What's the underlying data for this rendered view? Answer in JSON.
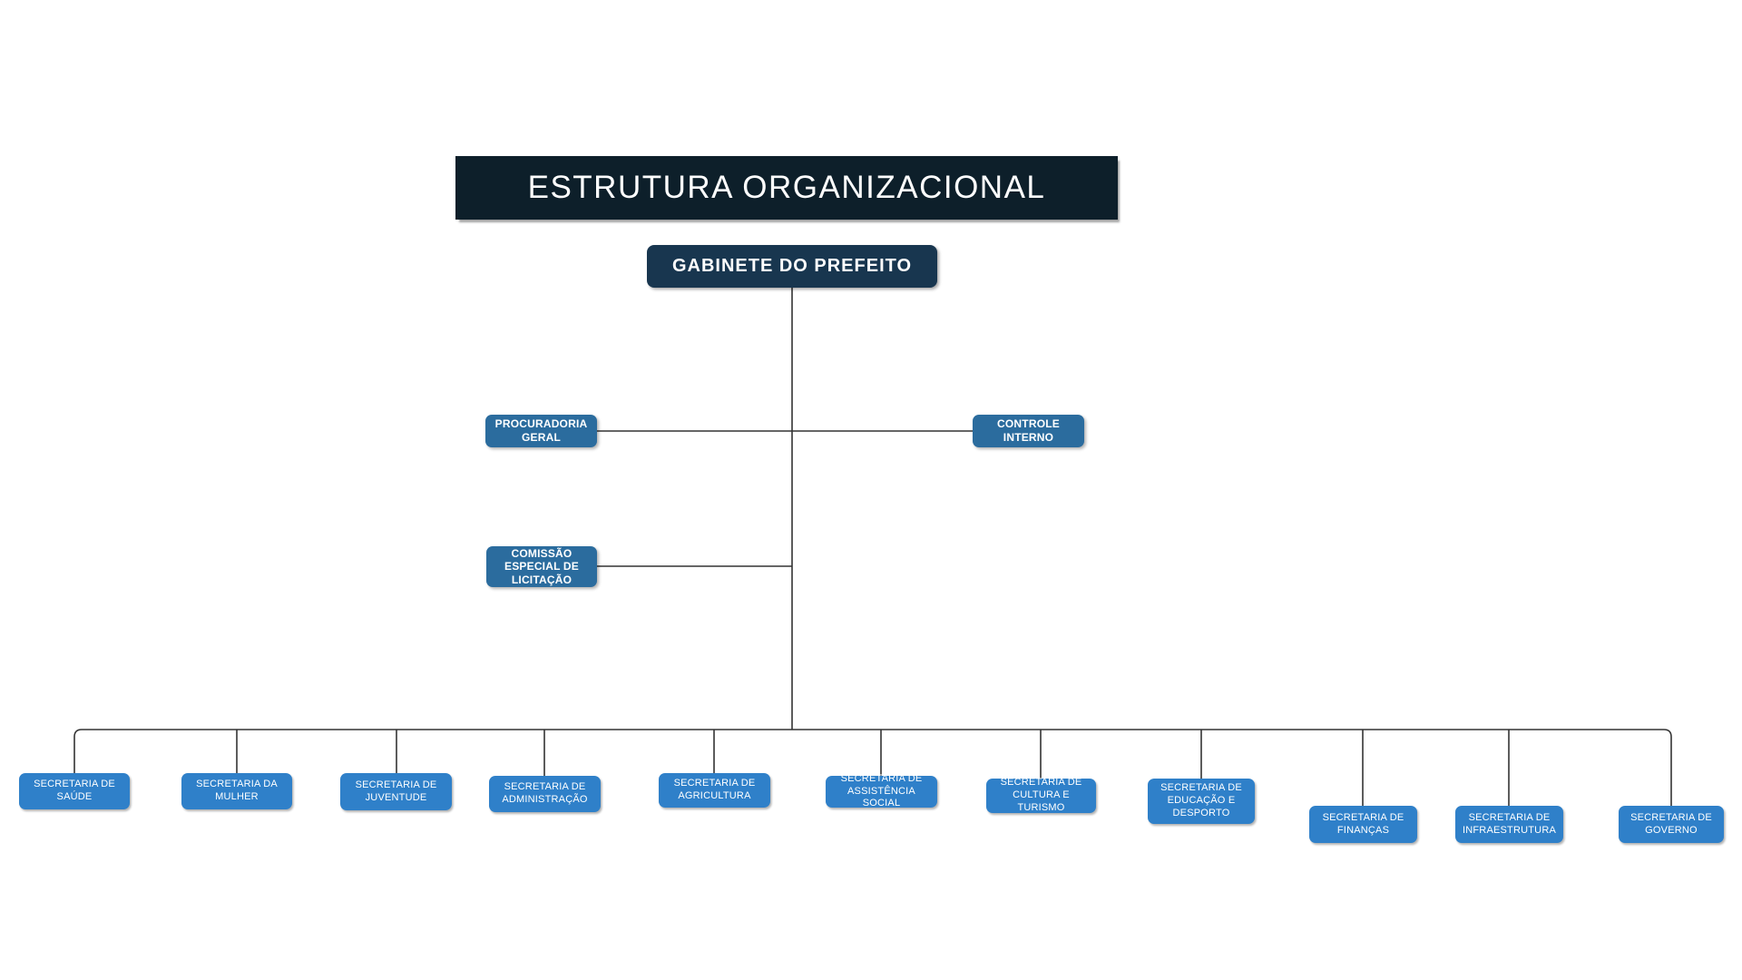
{
  "page_title": "ESTRUTURA ORGANIZACIONAL",
  "org_chart": {
    "root": "GABINETE DO PREFEITO",
    "advisory_units": [
      "PROCURADORIA GERAL",
      "CONTROLE INTERNO",
      "COMISSÃO ESPECIAL DE LICITAÇÃO"
    ],
    "secretariats": [
      "SECRETARIA DE SAÚDE",
      "SECRETARIA DA MULHER",
      "SECRETARIA DE JUVENTUDE",
      "SECRETARIA DE ADMINISTRAÇÃO",
      "SECRETARIA DE AGRICULTURA",
      "SECRETARIA DE ASSISTÊNCIA SOCIAL",
      "SECRETARIA DE CULTURA E TURISMO",
      "SECRETARIA DE EDUCAÇÃO E DESPORTO",
      "SECRETARIA DE FINANÇAS",
      "SECRETARIA DE INFRAESTRUTURA",
      "SECRETARIA DE GOVERNO"
    ]
  },
  "colors": {
    "title-bg": "#0d1f2a",
    "root-bg": "#18364f",
    "advisory-bg": "#2b6c9e",
    "secretariat-bg": "#2f80c9",
    "line": "#333333",
    "text": "#ffffff"
  }
}
